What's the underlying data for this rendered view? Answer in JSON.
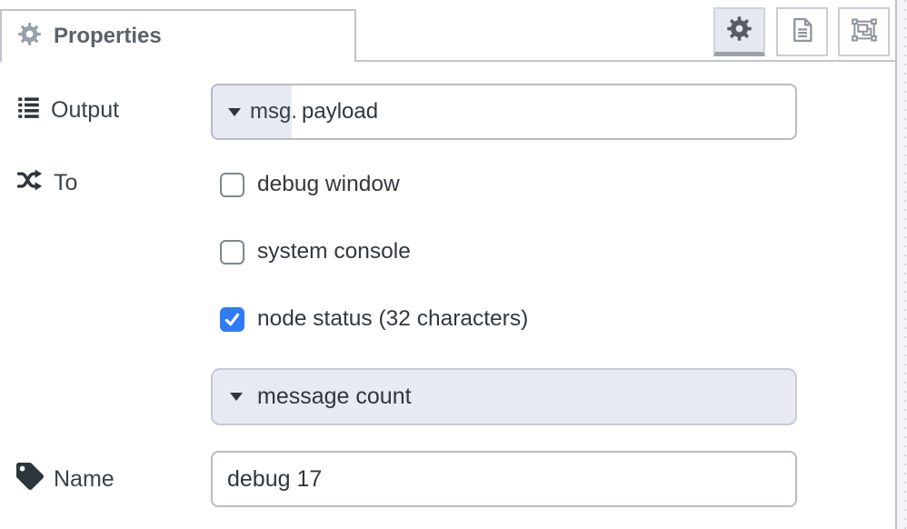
{
  "panel": {
    "tab": {
      "label": "Properties",
      "icon": "gear-icon"
    },
    "toolbar": [
      {
        "id": "properties",
        "icon": "gear-icon",
        "active": true
      },
      {
        "id": "description",
        "icon": "document-icon",
        "active": false
      },
      {
        "id": "appearance",
        "icon": "appearance-icon",
        "active": false
      }
    ]
  },
  "form": {
    "output": {
      "label": "Output",
      "icon": "list-icon",
      "typed_input": {
        "type": "msg.",
        "value": "payload"
      }
    },
    "to": {
      "label": "To",
      "icon": "shuffle-icon",
      "options": [
        {
          "label": "debug window",
          "checked": false
        },
        {
          "label": "system console",
          "checked": false
        },
        {
          "label": "node status (32 characters)",
          "checked": true
        }
      ],
      "status_source": {
        "value": "message count"
      }
    },
    "name": {
      "label": "Name",
      "icon": "tag-icon",
      "value": "debug 17"
    }
  },
  "colors": {
    "accent_lavender": "#e7e9f3",
    "checkbox_checked_blue": "#2f7bf6",
    "input_border": "#b7bbc6",
    "tab_border": "#c2c4cd",
    "label_text": "#39414a",
    "tab_text": "#59626b",
    "active_button_underline": "#9fa1a9"
  }
}
